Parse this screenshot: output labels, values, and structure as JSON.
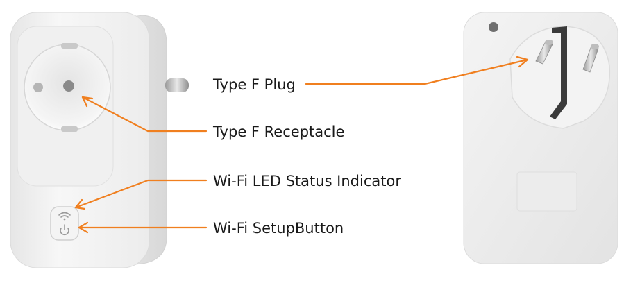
{
  "labels": {
    "plug": "Type F Plug",
    "receptacle": "Type F Receptacle",
    "led": "Wi-Fi LED Status Indicator",
    "setup": "Wi-Fi SetupButton"
  },
  "colors": {
    "callout": "#f07f1f",
    "device_body": "#f1f1f1",
    "device_edge": "#d9d9d9",
    "metal": "#c9c9c9"
  },
  "icons": {
    "wifi": "wifi-icon",
    "power": "power-icon"
  }
}
